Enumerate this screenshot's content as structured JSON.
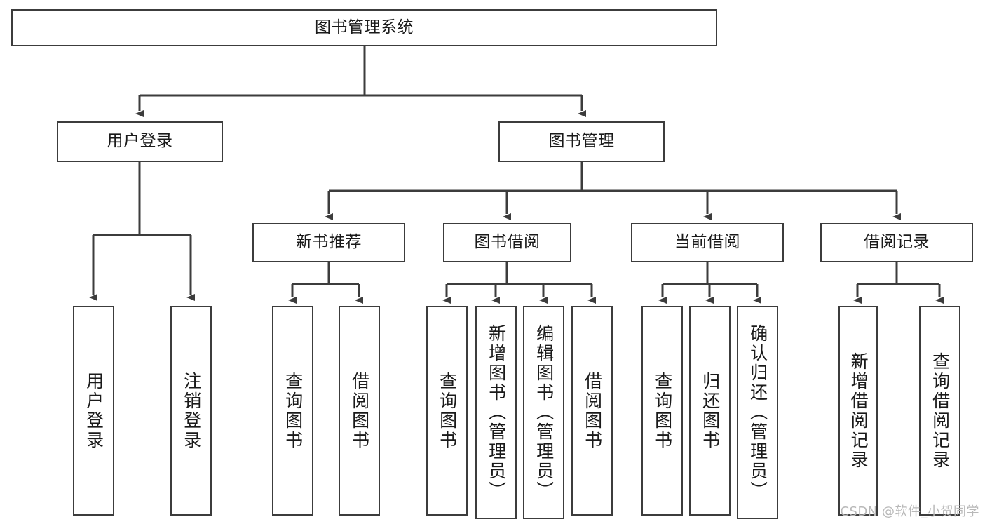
{
  "diagram": {
    "title": "图书管理系统",
    "type": "tree-hierarchy-chart",
    "line_color": "#3c3c3c",
    "box_fill": "#ffffff",
    "text_color": "#1a1a1a",
    "root": {
      "label": "图书管理系统"
    },
    "level2": [
      {
        "label": "用户登录"
      },
      {
        "label": "图书管理"
      }
    ],
    "level3": [
      {
        "label": "新书推荐"
      },
      {
        "label": "图书借阅"
      },
      {
        "label": "当前借阅"
      },
      {
        "label": "借阅记录"
      }
    ],
    "leaves": {
      "user_login": [
        {
          "label": "用户登录"
        },
        {
          "label": "注销登录"
        }
      ],
      "new_book_recommend": [
        {
          "label": "查询图书"
        },
        {
          "label": "借阅图书"
        }
      ],
      "book_borrow": [
        {
          "label": "查询图书"
        },
        {
          "label": "新增图书（管理员）"
        },
        {
          "label": "编辑图书（管理员）"
        },
        {
          "label": "借阅图书"
        }
      ],
      "current_borrow": [
        {
          "label": "查询图书"
        },
        {
          "label": "归还图书"
        },
        {
          "label": "确认归还（管理员）"
        }
      ],
      "borrow_record": [
        {
          "label": "新增借阅记录"
        },
        {
          "label": "查询借阅记录"
        }
      ]
    }
  },
  "watermark": {
    "text": "CSDN @软件_小贺同学"
  }
}
